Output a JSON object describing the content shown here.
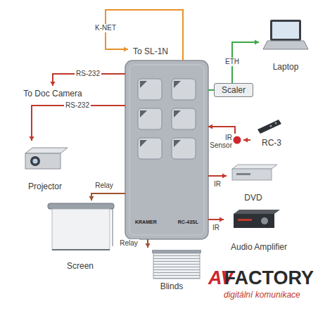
{
  "diagram": {
    "nodes": [
      {
        "text": [
          "KRAMER",
          "RC-43SL"
        ]
      },
      {
        "text": [
          "To SL-1N"
        ]
      },
      {
        "text": [
          "To Doc Camera"
        ]
      },
      {
        "text": [
          "Laptop"
        ]
      },
      {
        "text": [
          "Scaler"
        ]
      },
      {
        "text": [
          "RC-3"
        ]
      },
      {
        "text": [
          "IR Sensor"
        ]
      },
      {
        "text": [
          "Projector"
        ]
      },
      {
        "text": [
          "DVD"
        ]
      },
      {
        "text": [
          "Audio Amplifier"
        ]
      },
      {
        "text": [
          "Screen"
        ]
      },
      {
        "text": [
          "Blinds"
        ]
      }
    ],
    "edges": [
      {
        "from": 0,
        "to": 1,
        "label": "K-NET",
        "arrow": "to"
      },
      {
        "from": 0,
        "to": 2,
        "label": "RS-232",
        "arrow": "to"
      },
      {
        "from": 0,
        "to": 7,
        "label": "RS-232",
        "arrow": "to"
      },
      {
        "from": 4,
        "to": 3,
        "label": "ETH",
        "arrow": "to"
      },
      {
        "from": 0,
        "to": 4,
        "arrow": "none"
      },
      {
        "from": 6,
        "to": 0,
        "arrow": "to"
      },
      {
        "from": 5,
        "to": 6,
        "arrow": "to"
      },
      {
        "from": 0,
        "to": 8,
        "label": "IR",
        "arrow": "to"
      },
      {
        "from": 0,
        "to": 9,
        "label": "IR",
        "arrow": "to"
      },
      {
        "from": 0,
        "to": 10,
        "label": "Relay",
        "arrow": "to"
      },
      {
        "from": 0,
        "to": 11,
        "label": "Relay",
        "arrow": "to"
      }
    ],
    "labels": [
      "AV",
      "FACTORY",
      "digitální komunikace"
    ]
  }
}
